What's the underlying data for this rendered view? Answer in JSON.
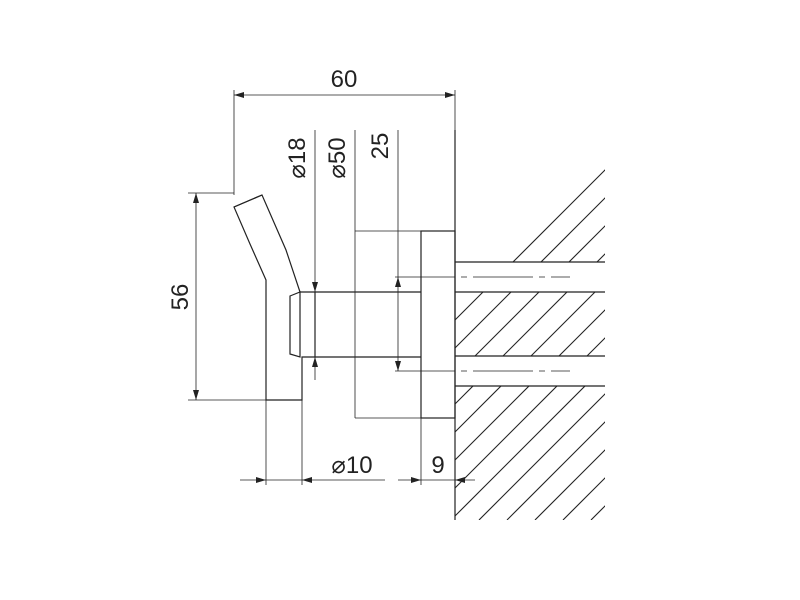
{
  "dimensions": {
    "overall_width": "60",
    "hook_height": "56",
    "diameter_hook": "⌀18",
    "diameter_rose": "⌀50",
    "mount_offset": "25",
    "diameter_screw": "⌀10",
    "rose_thickness": "9"
  }
}
